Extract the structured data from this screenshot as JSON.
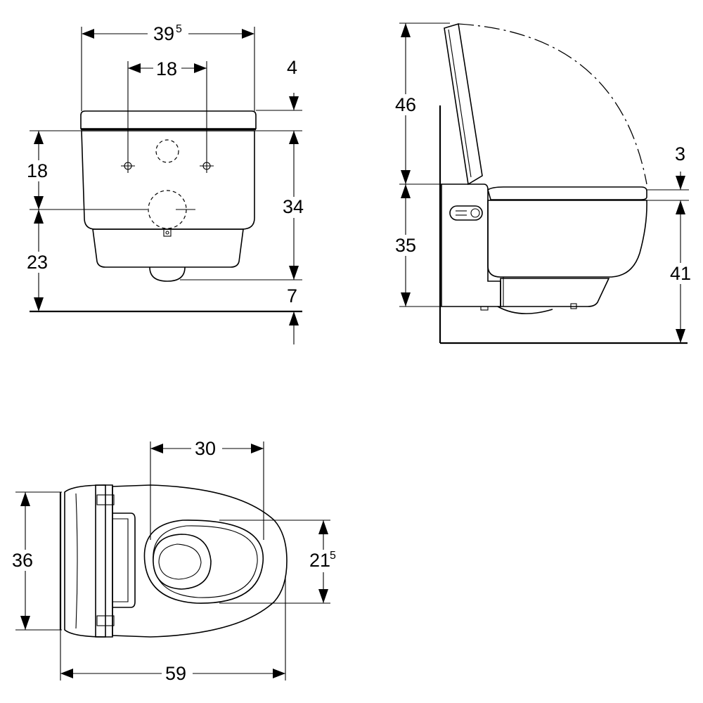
{
  "front_view": {
    "width": "39",
    "width_sup": "5",
    "fixing_spacing": "18",
    "seat_thickness": "4",
    "fixing_height": "18",
    "outlet_height": "23",
    "body_height": "34",
    "floor_offset": "7"
  },
  "side_view": {
    "lid_height": "46",
    "seat_gap": "3",
    "rim_height": "35",
    "total_height": "41"
  },
  "top_view": {
    "bowl_depth": "30",
    "width": "36",
    "opening_width": "21",
    "opening_width_sup": "5",
    "length": "59"
  }
}
